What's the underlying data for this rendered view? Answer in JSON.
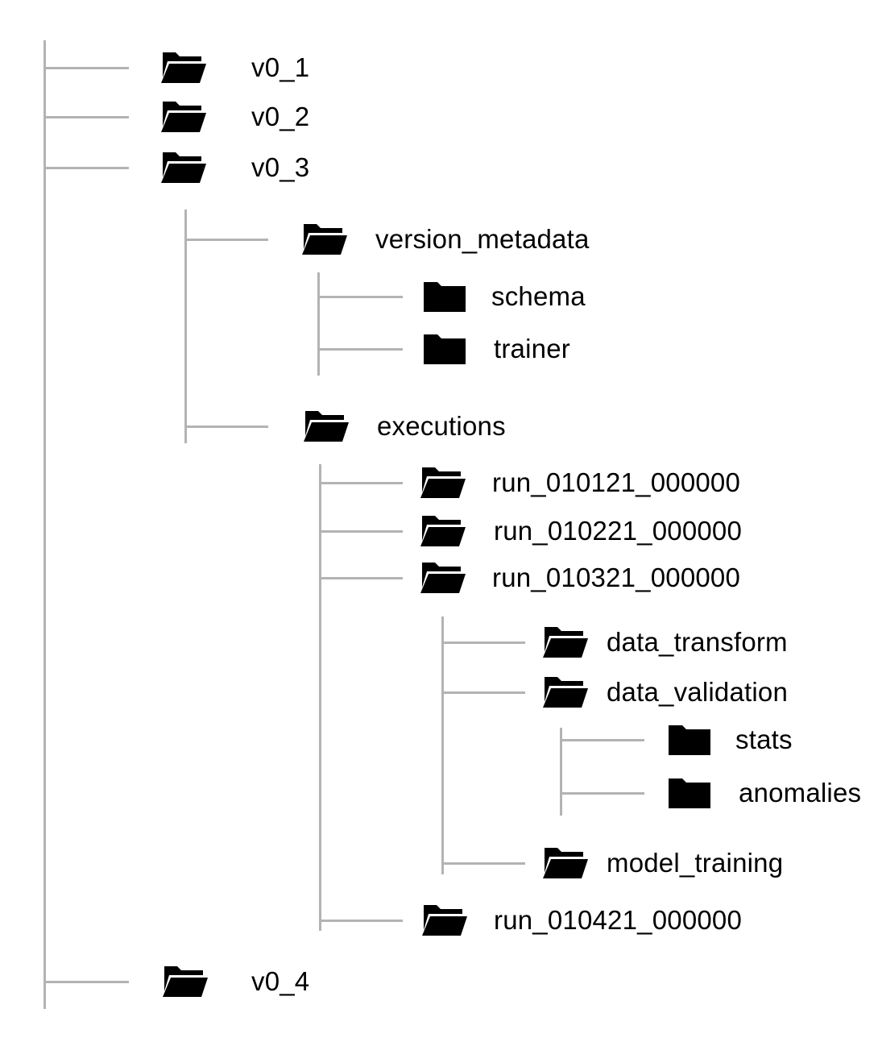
{
  "colors": {
    "connector": "#b3b3b3",
    "icon": "#000000",
    "text": "#000000"
  },
  "tree": [
    {
      "label": "v0_1",
      "icon": "folder-open-icon"
    },
    {
      "label": "v0_2",
      "icon": "folder-open-icon"
    },
    {
      "label": "v0_3",
      "icon": "folder-open-icon",
      "children": [
        {
          "label": "version_metadata",
          "icon": "folder-open-icon",
          "children": [
            {
              "label": "schema",
              "icon": "folder-closed-icon"
            },
            {
              "label": "trainer",
              "icon": "folder-closed-icon"
            }
          ]
        },
        {
          "label": "executions",
          "icon": "folder-open-icon",
          "children": [
            {
              "label": "run_010121_000000",
              "icon": "folder-open-icon"
            },
            {
              "label": "run_010221_000000",
              "icon": "folder-open-icon"
            },
            {
              "label": "run_010321_000000",
              "icon": "folder-open-icon",
              "children": [
                {
                  "label": "data_transform",
                  "icon": "folder-open-icon"
                },
                {
                  "label": "data_validation",
                  "icon": "folder-open-icon",
                  "children": [
                    {
                      "label": "stats",
                      "icon": "folder-closed-icon"
                    },
                    {
                      "label": "anomalies",
                      "icon": "folder-closed-icon"
                    }
                  ]
                },
                {
                  "label": "model_training",
                  "icon": "folder-open-icon"
                }
              ]
            },
            {
              "label": "run_010421_000000",
              "icon": "folder-open-icon"
            }
          ]
        }
      ]
    },
    {
      "label": "v0_4",
      "icon": "folder-open-icon"
    }
  ]
}
